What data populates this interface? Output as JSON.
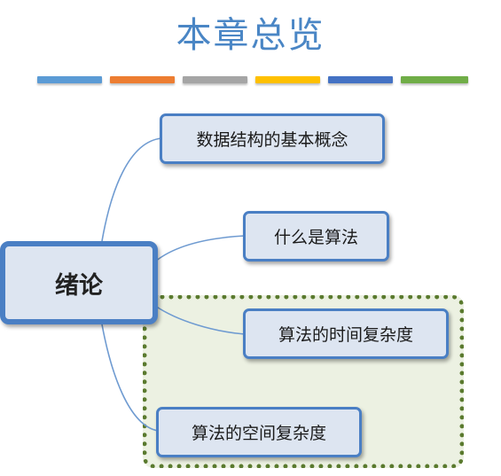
{
  "page": {
    "title": "本章总览",
    "title_color": "#4a86c5"
  },
  "color_bars": [
    {
      "color": "#5b9bd5"
    },
    {
      "color": "#ed7d31"
    },
    {
      "color": "#a5a5a5"
    },
    {
      "color": "#ffc000"
    },
    {
      "color": "#4472c4"
    },
    {
      "color": "#70ad47"
    }
  ],
  "mindmap": {
    "root": {
      "label": "绪论"
    },
    "branches": [
      {
        "label": "数据结构的基本概念"
      },
      {
        "label": "什么是算法"
      },
      {
        "label": "算法的时间复杂度"
      },
      {
        "label": "算法的空间复杂度"
      }
    ],
    "node_fill": "#dde5f1",
    "node_border": "#4a7fc4",
    "connector_color": "#6f9bd1",
    "highlight_fill": "#ecf1e2",
    "highlight_border": "#5a7a2e"
  }
}
